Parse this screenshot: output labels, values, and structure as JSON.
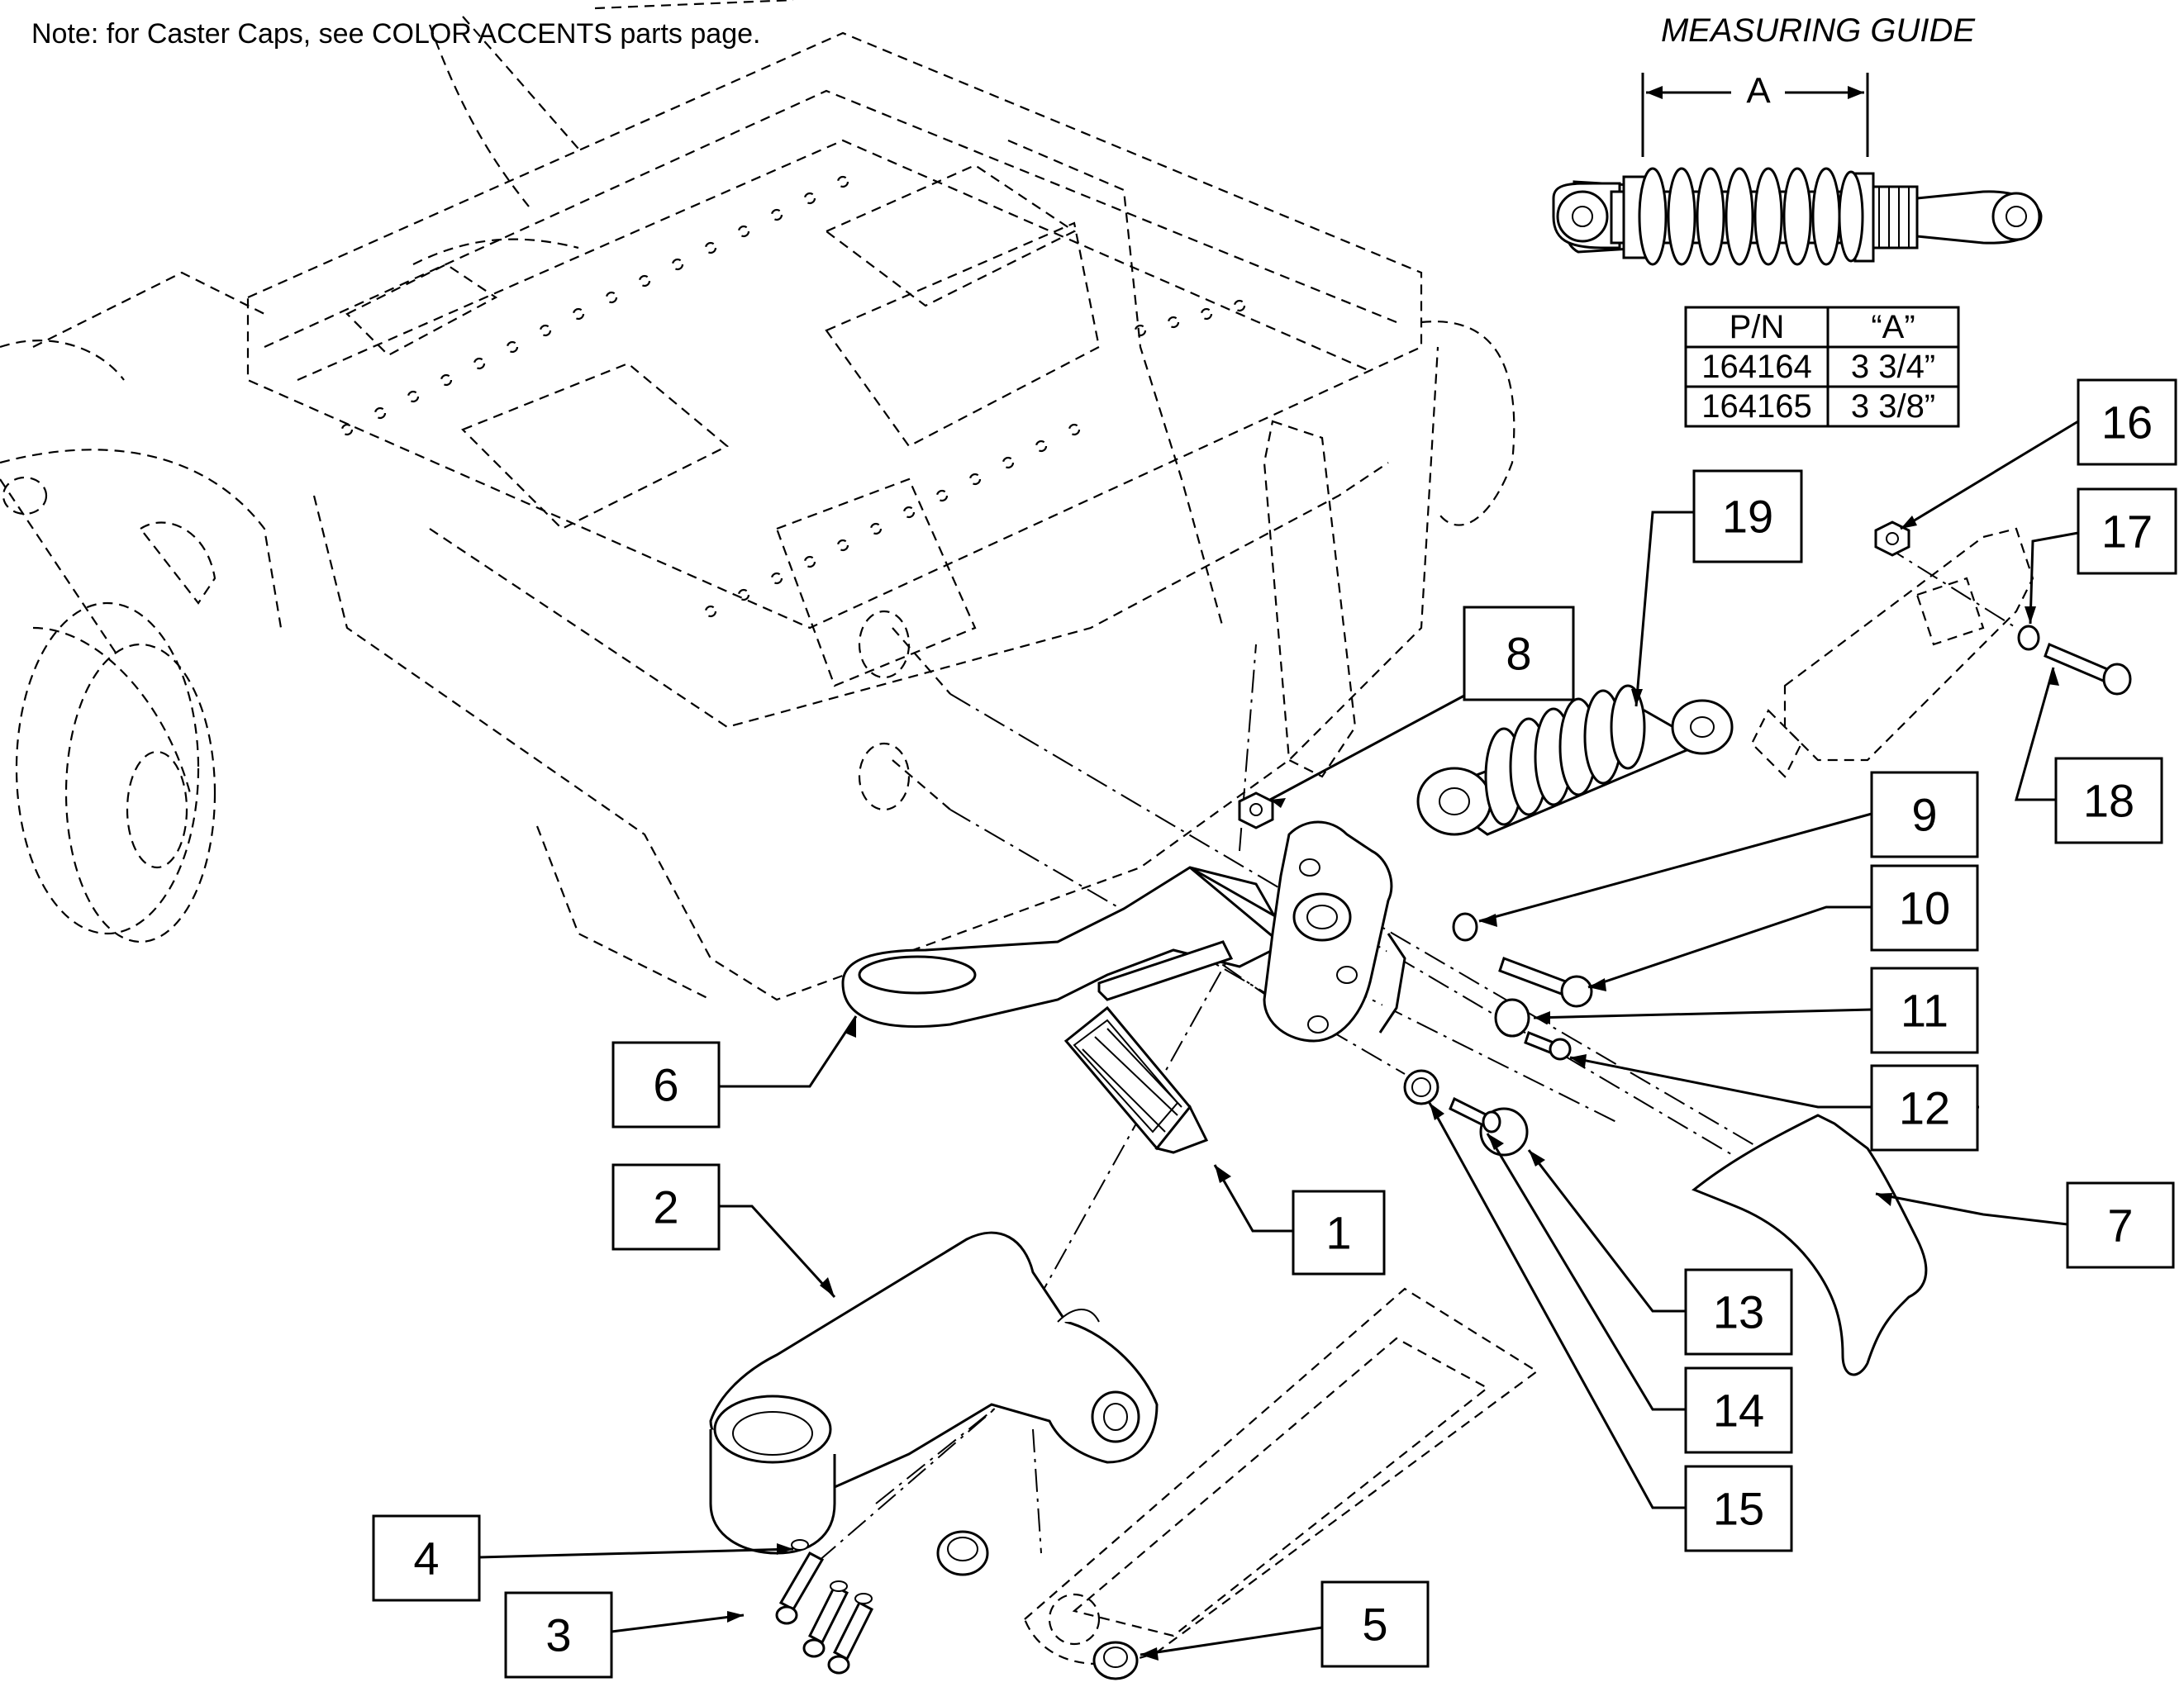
{
  "note": "Note: for Caster Caps, see COLOR ACCENTS parts page.",
  "measuring_guide": {
    "title": "MEASURING GUIDE",
    "dimension_label": "A",
    "table": {
      "headers": [
        "P/N",
        "“A”"
      ],
      "rows": [
        [
          "164164",
          "3 3/4”"
        ],
        [
          "164165",
          "3 3/8”"
        ]
      ]
    }
  },
  "callouts": [
    "1",
    "2",
    "3",
    "4",
    "5",
    "6",
    "7",
    "8",
    "9",
    "10",
    "11",
    "12",
    "13",
    "14",
    "15",
    "16",
    "17",
    "18",
    "19"
  ]
}
